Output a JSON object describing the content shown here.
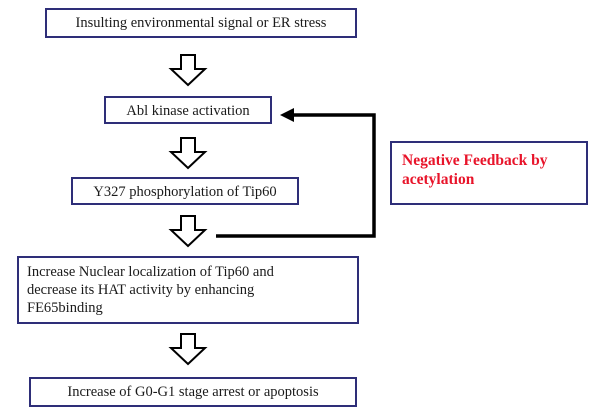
{
  "steps": [
    {
      "lines": [
        "Insulting  environmental signal or ER stress"
      ]
    },
    {
      "lines": [
        "Abl kinase activation"
      ]
    },
    {
      "lines": [
        "Y327 phosphorylation of Tip60"
      ]
    },
    {
      "lines": [
        "Increase Nuclear localization of Tip60  and",
        "decrease its HAT activity  by enhancing",
        "FE65binding"
      ]
    },
    {
      "lines": [
        "Increase of G0-G1 stage arrest or apoptosis"
      ]
    }
  ],
  "feedback": {
    "lines": [
      "Negative Feedback  by",
      "acetylation"
    ],
    "color": "#e8142a"
  },
  "colors": {
    "box_border": "#2e2e78",
    "arrow": "#000000"
  }
}
